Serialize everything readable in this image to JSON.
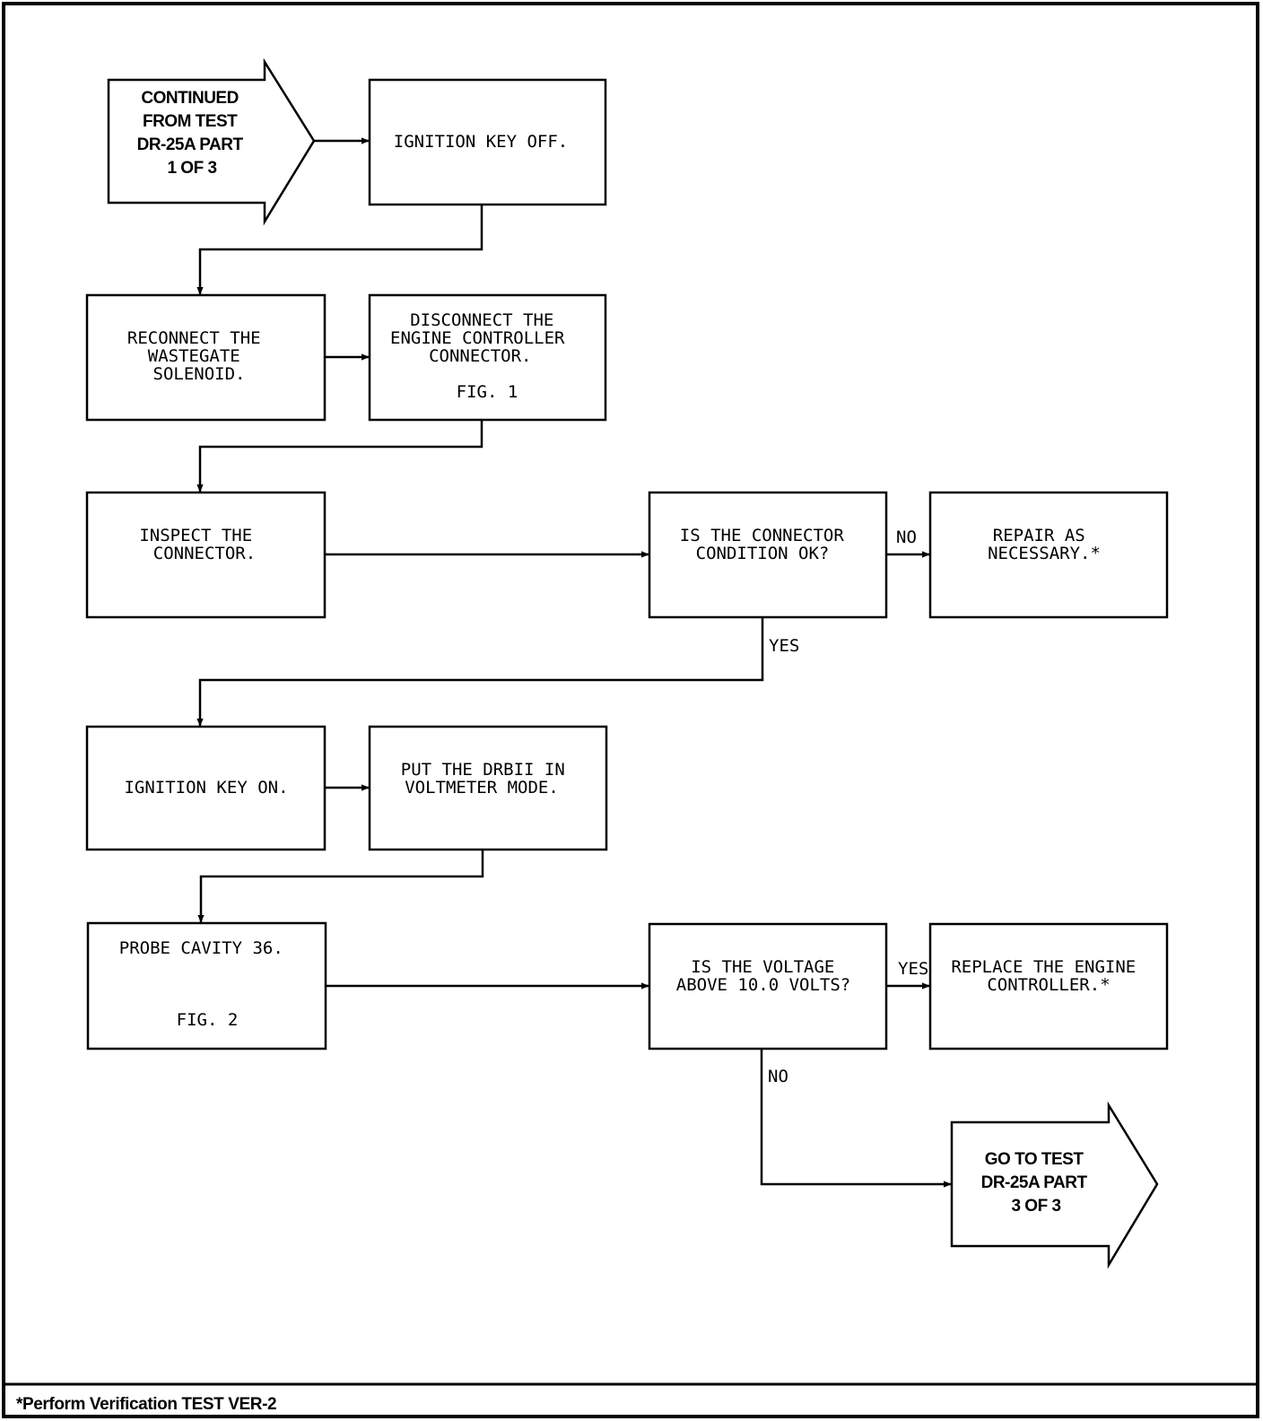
{
  "diagram": {
    "nodes": [
      {
        "id": "start",
        "shape": "arrow",
        "lines": [
          "CONTINUED",
          "FROM TEST",
          "DR-25A PART",
          "1 OF 3"
        ]
      },
      {
        "id": "key_off",
        "lines": [
          "IGNITION KEY OFF."
        ]
      },
      {
        "id": "reconnect",
        "lines": [
          "RECONNECT THE",
          "WASTEGATE",
          "SOLENOID."
        ]
      },
      {
        "id": "disconnect",
        "lines": [
          "DISCONNECT THE",
          "ENGINE CONTROLLER",
          "CONNECTOR.",
          "",
          "FIG. 1"
        ]
      },
      {
        "id": "inspect",
        "lines": [
          "INSPECT THE",
          "CONNECTOR."
        ]
      },
      {
        "id": "cond_ok",
        "lines": [
          "IS THE CONNECTOR",
          "CONDITION OK?"
        ]
      },
      {
        "id": "repair",
        "lines": [
          "REPAIR AS",
          "NECESSARY.*"
        ]
      },
      {
        "id": "key_on",
        "lines": [
          "IGNITION KEY ON."
        ]
      },
      {
        "id": "voltmeter",
        "lines": [
          "PUT THE DRBII IN",
          "VOLTMETER MODE."
        ]
      },
      {
        "id": "probe",
        "lines": [
          "PROBE CAVITY 36.",
          "",
          "",
          "",
          "FIG. 2"
        ]
      },
      {
        "id": "voltage",
        "lines": [
          "IS THE VOLTAGE",
          "ABOVE 10.0 VOLTS?"
        ]
      },
      {
        "id": "replace",
        "lines": [
          "REPLACE THE ENGINE",
          "CONTROLLER.*"
        ]
      },
      {
        "id": "goto",
        "shape": "arrow",
        "lines": [
          "GO TO TEST",
          "DR-25A PART",
          "3 OF 3"
        ]
      }
    ],
    "edges": [
      {
        "from": "start",
        "to": "key_off",
        "label": ""
      },
      {
        "from": "key_off",
        "to": "reconnect",
        "label": ""
      },
      {
        "from": "reconnect",
        "to": "disconnect",
        "label": ""
      },
      {
        "from": "disconnect",
        "to": "inspect",
        "label": ""
      },
      {
        "from": "inspect",
        "to": "cond_ok",
        "label": ""
      },
      {
        "from": "cond_ok",
        "to": "repair",
        "label": "NO"
      },
      {
        "from": "cond_ok",
        "to": "key_on",
        "label": "YES"
      },
      {
        "from": "key_on",
        "to": "voltmeter",
        "label": ""
      },
      {
        "from": "voltmeter",
        "to": "probe",
        "label": ""
      },
      {
        "from": "probe",
        "to": "voltage",
        "label": ""
      },
      {
        "from": "voltage",
        "to": "replace",
        "label": "YES"
      },
      {
        "from": "voltage",
        "to": "goto",
        "label": "NO"
      }
    ]
  },
  "footer": {
    "note": "*Perform Verification TEST VER-2"
  }
}
